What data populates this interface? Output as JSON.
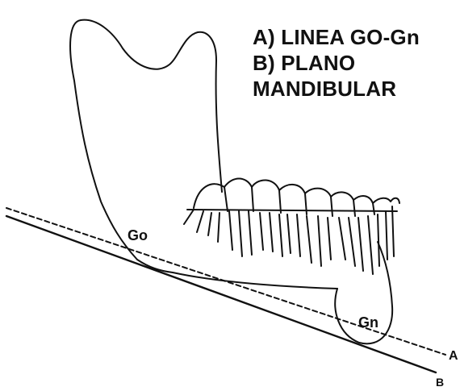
{
  "legend": {
    "line_a": "A) LINEA GO-Gn",
    "line_b": "B) PLANO",
    "line_c": "MANDIBULAR"
  },
  "labels": {
    "go": "Go",
    "gn": "Gn",
    "a": "A",
    "b": "B"
  }
}
